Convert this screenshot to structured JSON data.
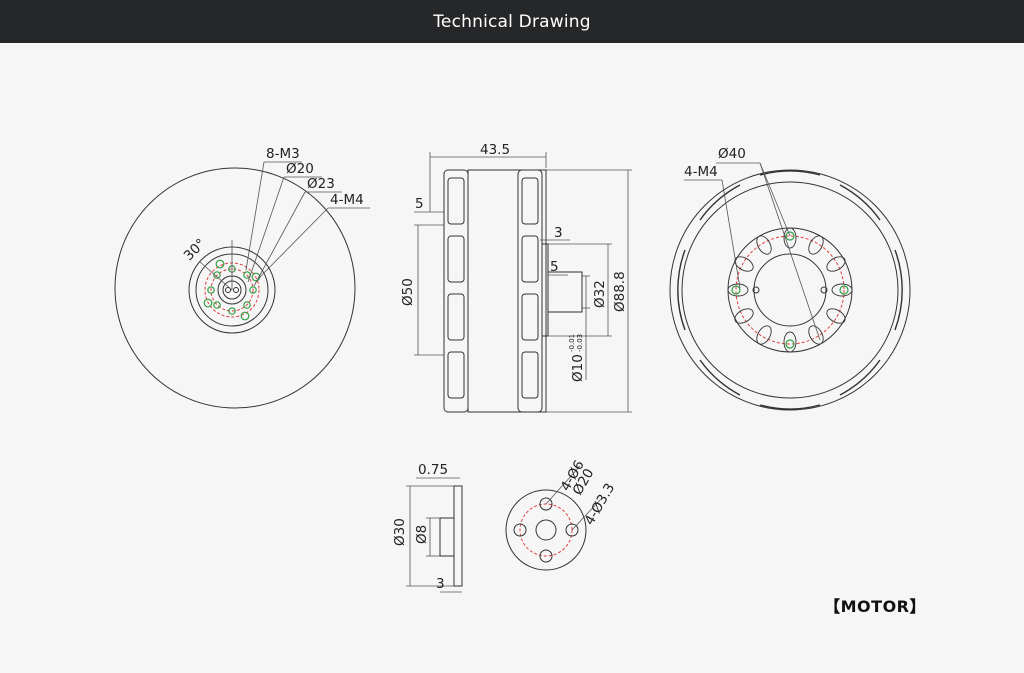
{
  "header": {
    "title": "Technical Drawing"
  },
  "colors": {
    "header_bg": "#262729",
    "line": "#333333",
    "dim_line": "#555555",
    "hole_green": "#2ea043",
    "pcd_red": "#e04040"
  },
  "front_view": {
    "labels": {
      "holes_small": "8-M3",
      "pcd_inner": "Ø20",
      "pcd_outer": "Ø23",
      "holes_large": "4-M4",
      "angle": "30°"
    }
  },
  "side_view": {
    "labels": {
      "length": "43.5",
      "flange": "5",
      "shaft_step": "3",
      "shaft_len": "5",
      "stator_dia": "Ø50",
      "boss_dia": "Ø32",
      "body_dia": "Ø88.8",
      "shaft_dia": "Ø10",
      "shaft_tol_upper": "-0.01",
      "shaft_tol_lower": "-0.03"
    }
  },
  "rear_view": {
    "labels": {
      "pcd": "Ø40",
      "holes": "4-M4"
    }
  },
  "adapter_side": {
    "labels": {
      "thickness": "0.75",
      "outer_dia": "Ø30",
      "bore_dia": "Ø8",
      "height": "3"
    }
  },
  "adapter_front": {
    "labels": {
      "holes_a": "4-Ø6",
      "pcd": "Ø20",
      "holes_b": "4-Ø3.3"
    }
  },
  "footer": {
    "label": "【MOTOR】"
  }
}
